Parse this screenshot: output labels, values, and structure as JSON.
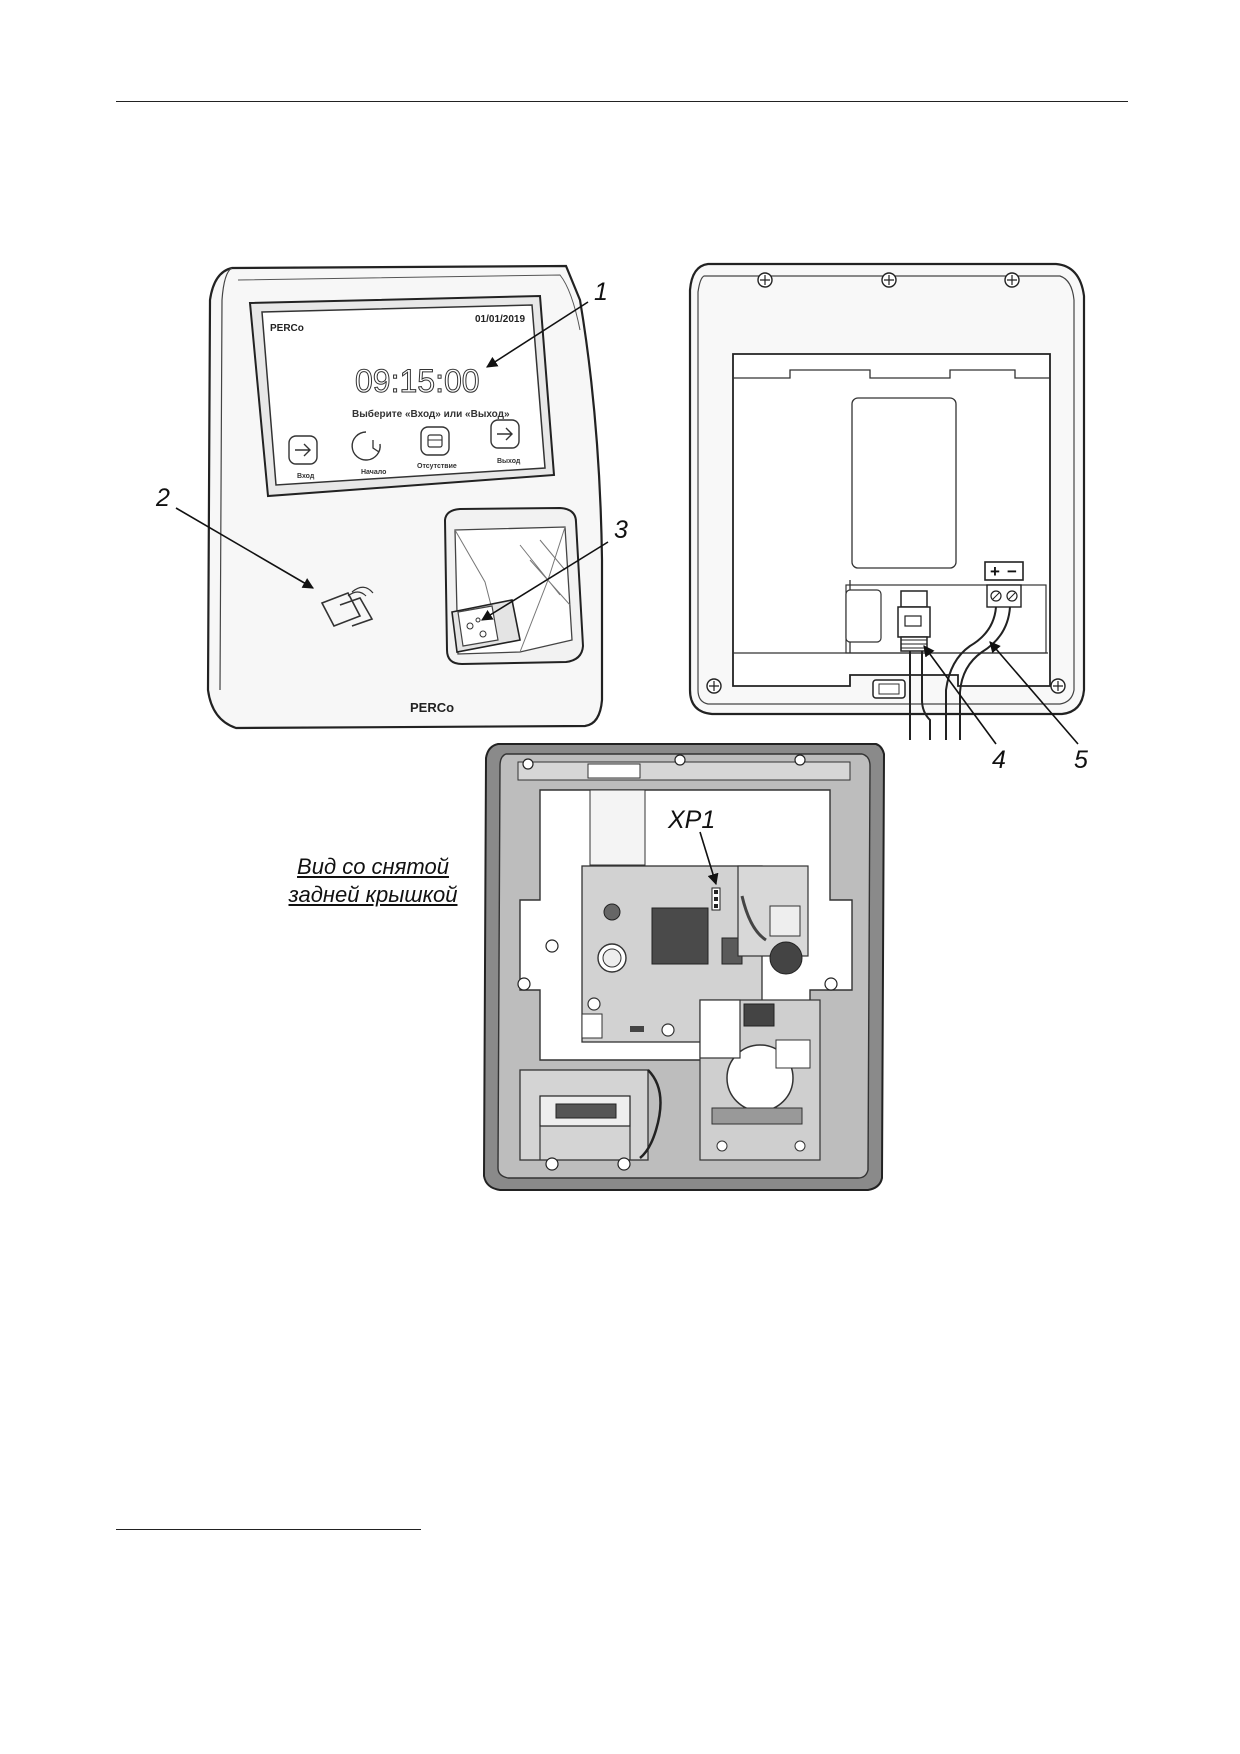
{
  "device_front": {
    "brand": "PERCo",
    "date": "01/01/2019",
    "clock": "09:15:00",
    "prompt": "Выберите «Вход» или «Выход»",
    "buttons": [
      "Вход",
      "Начало",
      "Отсутствие",
      "Выход"
    ],
    "body_brand": "PERCo"
  },
  "terminal_block": {
    "plus": "+",
    "minus": "−"
  },
  "callouts": {
    "c1": "1",
    "c2": "2",
    "c3": "3",
    "c4": "4",
    "c5": "5",
    "xp1": "XP1"
  },
  "caption": {
    "line1": "Вид со снятой",
    "line2": "задней крышкой"
  }
}
